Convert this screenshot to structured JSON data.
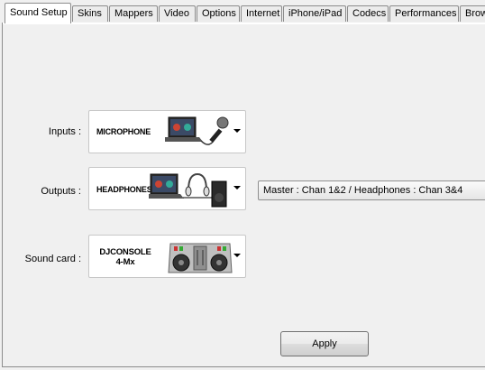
{
  "tabs": [
    {
      "label": "Sound Setup",
      "active": true
    },
    {
      "label": "Skins"
    },
    {
      "label": "Mappers"
    },
    {
      "label": "Video"
    },
    {
      "label": "Options"
    },
    {
      "label": "Internet"
    },
    {
      "label": "iPhone/iPad"
    },
    {
      "label": "Codecs"
    },
    {
      "label": "Performances"
    },
    {
      "label": "Brow"
    }
  ],
  "inputs": {
    "label": "Inputs :",
    "value": "MICROPHONE",
    "icon": "laptop-microphone-icon"
  },
  "outputs": {
    "label": "Outputs :",
    "value": "HEADPHONES",
    "icon": "laptop-headphones-speaker-icon",
    "mode": "Master : Chan 1&2 / Headphones : Chan 3&4"
  },
  "soundcard": {
    "label": "Sound card :",
    "value_line1": "DJCONSOLE",
    "value_line2": "4-Mx",
    "icon": "dj-controller-icon"
  },
  "apply_label": "Apply"
}
